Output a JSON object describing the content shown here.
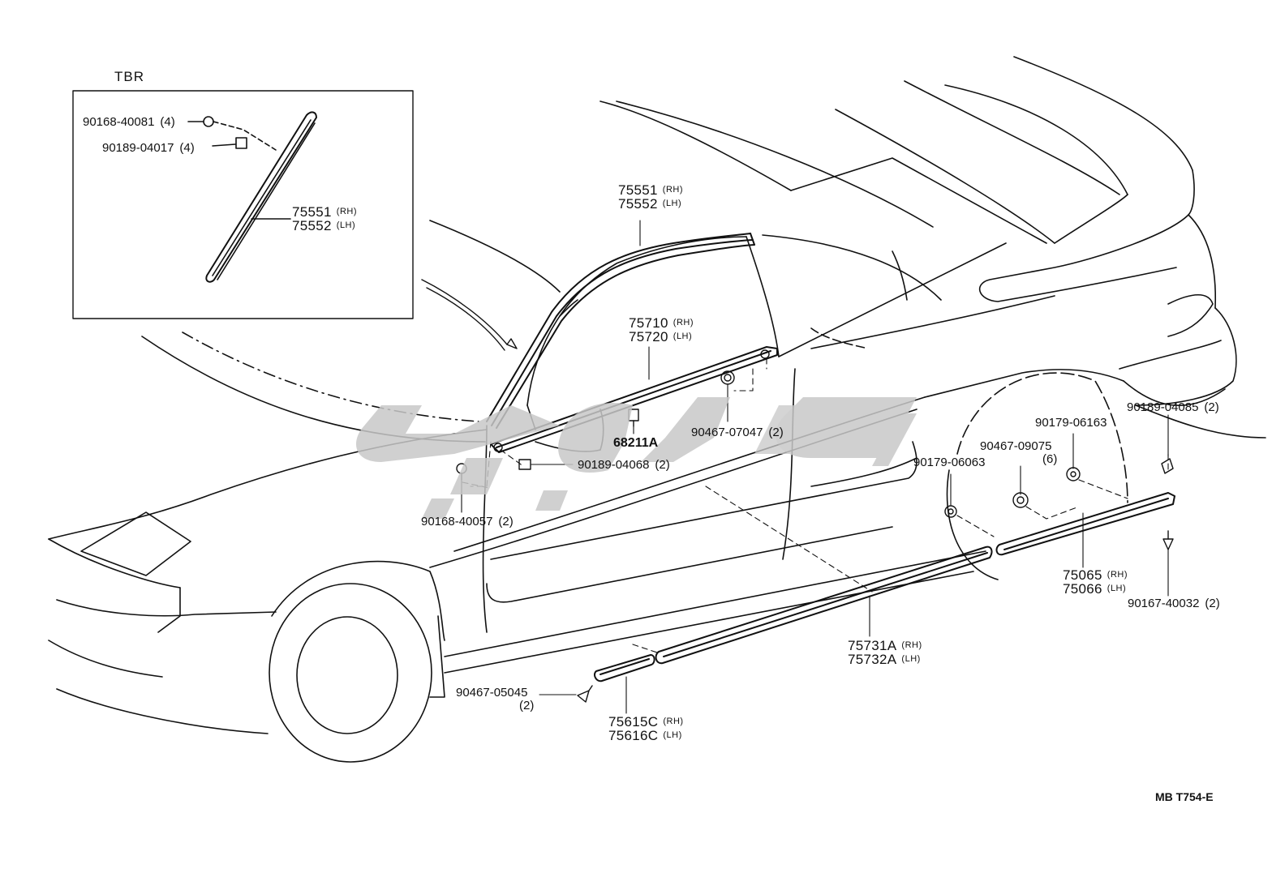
{
  "inset": {
    "title": "TBR"
  },
  "parts": {
    "p90168_40081": {
      "no": "90168-40081",
      "qty": "(4)"
    },
    "p90189_04017": {
      "no": "90189-04017",
      "qty": "(4)"
    },
    "inset_75551": {
      "no": "75551",
      "side": "(RH)"
    },
    "inset_75552": {
      "no": "75552",
      "side": "(LH)"
    },
    "p75551": {
      "no": "75551",
      "side": "(RH)"
    },
    "p75552": {
      "no": "75552",
      "side": "(LH)"
    },
    "p75710": {
      "no": "75710",
      "side": "(RH)"
    },
    "p75720": {
      "no": "75720",
      "side": "(LH)"
    },
    "p90467_07047": {
      "no": "90467-07047",
      "qty": "(2)"
    },
    "p68211A": {
      "no": "68211A"
    },
    "p90189_04068": {
      "no": "90189-04068",
      "qty": "(2)"
    },
    "p90168_40057": {
      "no": "90168-40057",
      "qty": "(2)"
    },
    "p90179_06163": {
      "no": "90179-06163"
    },
    "p90189_04085": {
      "no": "90189-04085",
      "qty": "(2)"
    },
    "p90467_09075": {
      "no": "90467-09075",
      "qty": "(6)"
    },
    "p90179_06063": {
      "no": "90179-06063"
    },
    "p75065": {
      "no": "75065",
      "side": "(RH)"
    },
    "p75066": {
      "no": "75066",
      "side": "(LH)"
    },
    "p90167_40032": {
      "no": "90167-40032",
      "qty": "(2)"
    },
    "p75731A": {
      "no": "75731A",
      "side": "(RH)"
    },
    "p75732A": {
      "no": "75732A",
      "side": "(LH)"
    },
    "p90467_05045": {
      "no": "90467-05045",
      "qty": "(2)"
    },
    "p75615C": {
      "no": "75615C",
      "side": "(RH)"
    },
    "p75616C": {
      "no": "75616C",
      "side": "(LH)"
    }
  },
  "footer": {
    "code": "MB  T754-E"
  },
  "colors": {
    "line": "#111111",
    "watermark": "#c8c8c8",
    "background": "#ffffff"
  }
}
